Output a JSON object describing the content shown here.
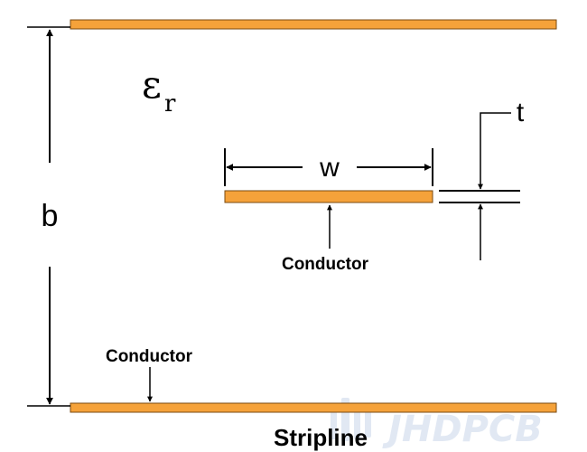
{
  "labels": {
    "epsilon": "ε",
    "epsilon_sub": "r",
    "b": "b",
    "w": "w",
    "t": "t",
    "conductor_middle": "Conductor",
    "conductor_bottom": "Conductor",
    "title": "Stripline"
  },
  "watermark": {
    "text": "JHDPCB"
  },
  "colors": {
    "conductor_fill": "#f5a23a",
    "conductor_stroke": "#7a4a10",
    "line": "#000000",
    "watermark": "#c9d6ea"
  }
}
